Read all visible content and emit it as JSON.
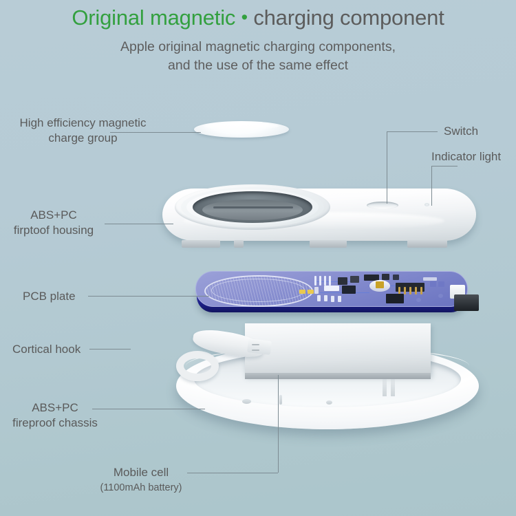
{
  "header": {
    "title_green": "Original magnetic",
    "title_bullet": "•",
    "title_grey": "charging component",
    "subtitle_line1": "Apple original magnetic charging components,",
    "subtitle_line2": "and the use of the same effect"
  },
  "callouts": {
    "magnetic_charge_group": {
      "line1": "High efficiency magnetic",
      "line2": "charge group"
    },
    "housing": {
      "line1": "ABS+PC",
      "line2": "firptoof housing"
    },
    "pcb_plate": {
      "line1": "PCB plate"
    },
    "cortical_hook": {
      "line1": "Cortical hook"
    },
    "chassis": {
      "line1": "ABS+PC",
      "line2": "fireproof chassis"
    },
    "switch": {
      "line1": "Switch"
    },
    "indicator_light": {
      "line1": "Indicator light"
    },
    "mobile_cell": {
      "line1": "Mobile cell",
      "line2": "(1100mAh battery)"
    }
  },
  "colors": {
    "background_top": "#b8ccd6",
    "background_bottom": "#abc5cb",
    "title_accent": "#33a03f",
    "title_grey": "#5c5c5c",
    "label_grey": "#5a5a5a",
    "leader_line": "#7d8b92",
    "pcb_blue": "#2f31a0",
    "housing_white": "#ffffff"
  },
  "parts": {
    "magnetic_disc": "magnetic-charge-disc",
    "upper_housing": "abs-pc-upper-housing",
    "switch_button": "switch-button",
    "indicator_led": "indicator-led",
    "pcb_board": "pcb-plate",
    "pcb_coil": "wireless-charging-coil",
    "pcb_connector": "board-connector",
    "battery_pack": "1100mah-battery",
    "chassis_shell": "abs-pc-fireproof-chassis",
    "cortical_hook": "cortical-hook-strap"
  }
}
